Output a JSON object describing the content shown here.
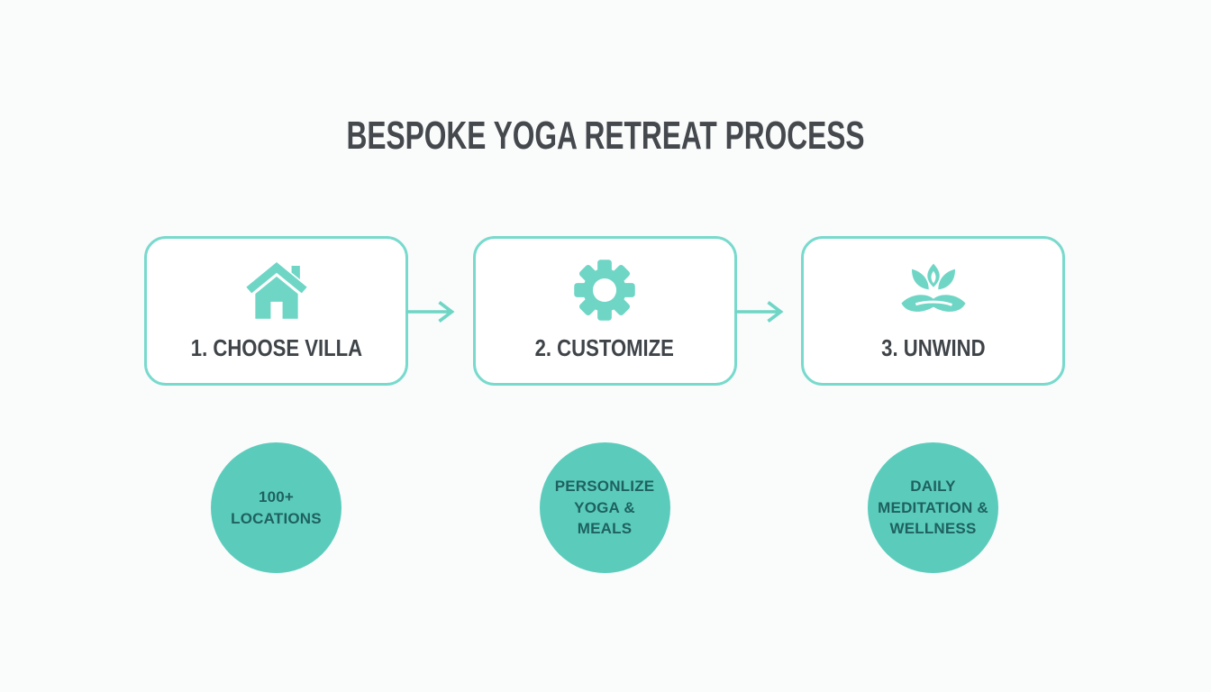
{
  "title": "BESPOKE YOGA RETREAT PROCESS",
  "steps": [
    {
      "label": "1. CHOOSE VILLA",
      "icon": "house-icon",
      "badge": "100+\nLOCATIONS"
    },
    {
      "label": "2. CUSTOMIZE",
      "icon": "gear-icon",
      "badge": "PERSONLIZE\nYOGA &\nMEALS"
    },
    {
      "label": "3. UNWIND",
      "icon": "lotus-icon",
      "badge": "DAILY\nMEDITATION &\nWELLNESS"
    }
  ],
  "colors": {
    "accent": "#6fd6c6",
    "box_border": "#78dacd",
    "badge_fill": "#5bccbc",
    "badge_text": "#1e6160",
    "title_text": "#45494e",
    "label_text": "#3f4449",
    "background": "#fafbfb"
  }
}
